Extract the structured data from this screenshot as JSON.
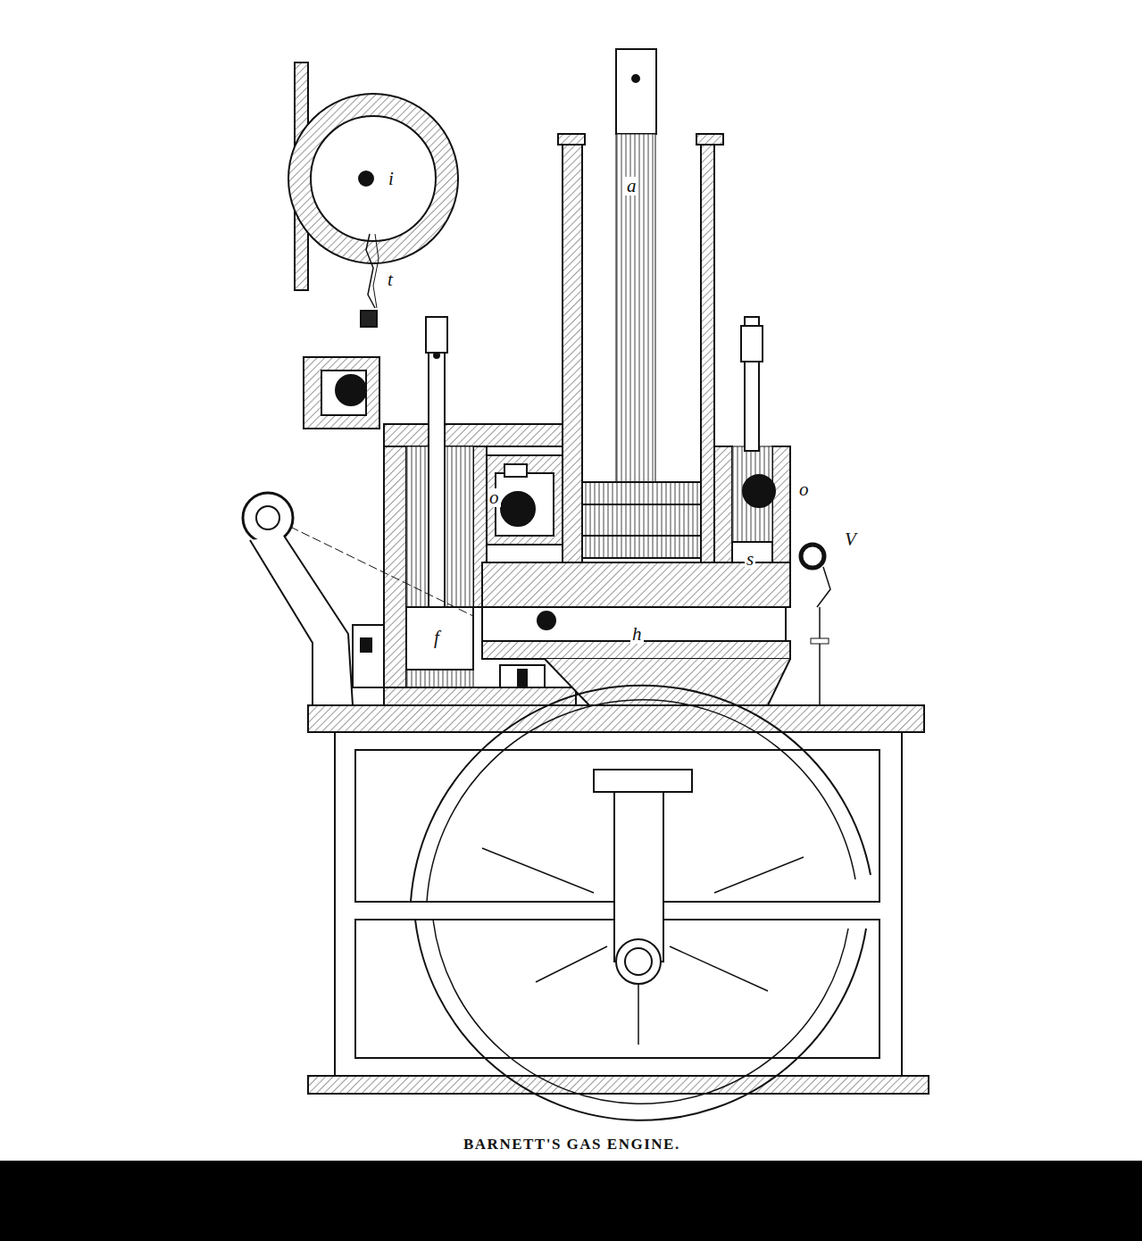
{
  "diagram": {
    "caption": "BARNETT'S GAS ENGINE.",
    "labels": [
      "i",
      "t",
      "a",
      "o",
      "o",
      "s",
      "V",
      "f",
      "h"
    ]
  }
}
